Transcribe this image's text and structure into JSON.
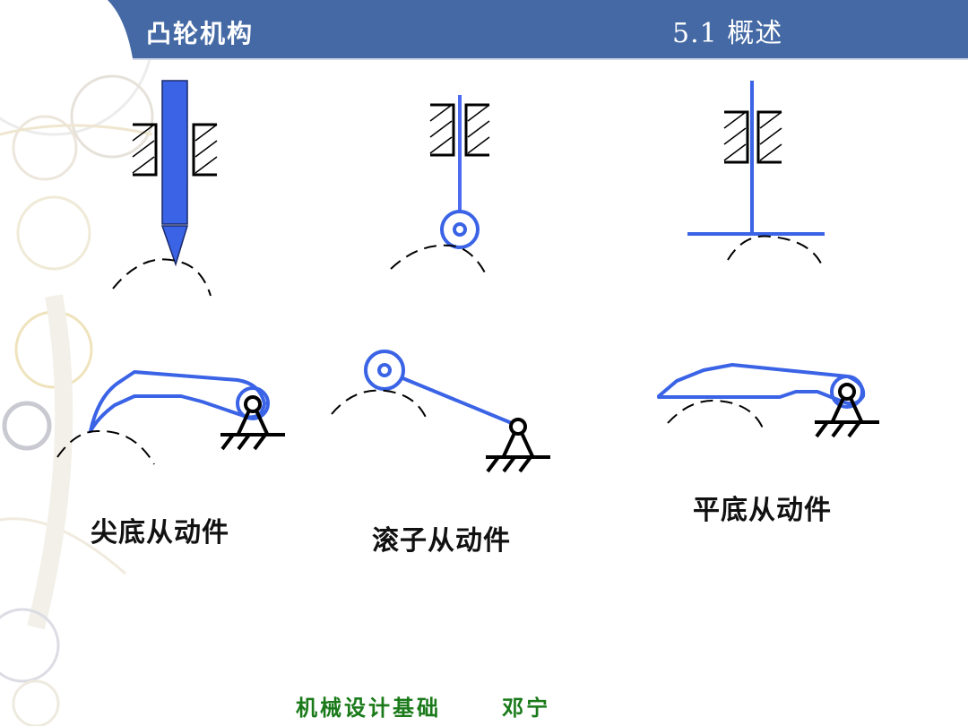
{
  "header": {
    "chapter_title": "凸轮机构",
    "section_title": "5.1 概述",
    "bar_color": "#4469a4"
  },
  "diagram": {
    "follower_color": "#3a63e6",
    "labels": {
      "knife_edge": "尖底从动件",
      "roller": "滚子从动件",
      "flat_faced": "平底从动件"
    },
    "figures": [
      {
        "type": "translating knife-edge follower",
        "row": 1
      },
      {
        "type": "translating roller follower",
        "row": 1
      },
      {
        "type": "translating flat-faced follower",
        "row": 1
      },
      {
        "type": "oscillating knife-edge follower",
        "row": 2
      },
      {
        "type": "oscillating roller follower",
        "row": 2
      },
      {
        "type": "oscillating flat-faced follower",
        "row": 2
      }
    ]
  },
  "footer": {
    "course": "机械设计基础",
    "author": "邓宁"
  }
}
